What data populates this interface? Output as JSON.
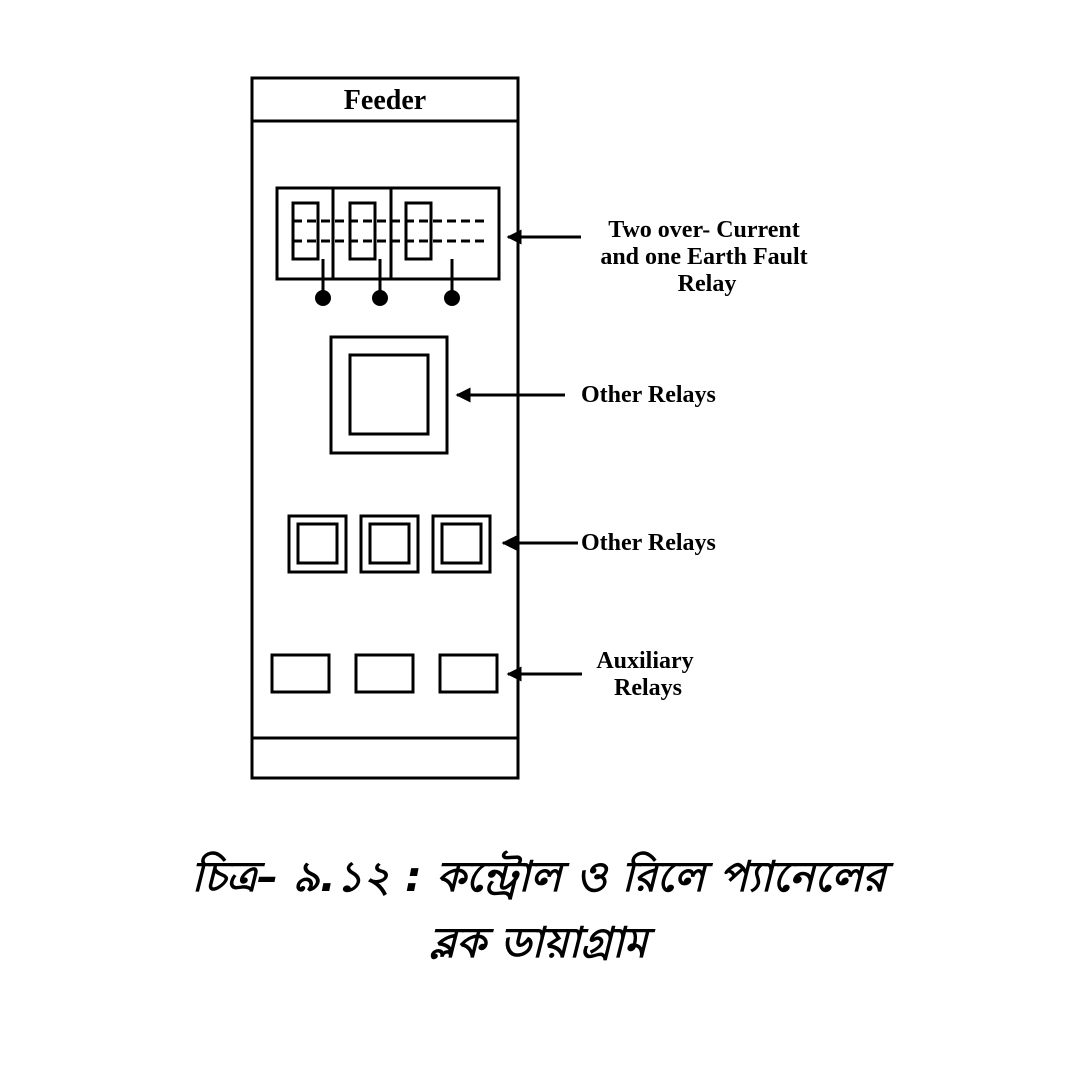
{
  "panel": {
    "title": "Feeder"
  },
  "labels": {
    "overcurrent": [
      "Two over- Current",
      "and one Earth Fault",
      "Relay"
    ],
    "other_relays_1": "Other Relays",
    "other_relays_2": "Other Relays",
    "auxiliary": [
      "Auxiliary",
      "Relays"
    ]
  },
  "caption": {
    "line1": "চিত্র– ৯.১২ : কন্ট্রোল ও রিলে প্যানেলের",
    "line2": "ব্লক ডায়াগ্রাম"
  }
}
